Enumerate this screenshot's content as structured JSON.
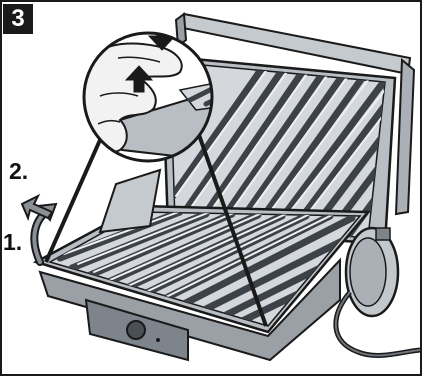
{
  "step": {
    "number": "3"
  },
  "labels": {
    "first": "1.",
    "second": "2."
  },
  "colors": {
    "ink": "#1a1a1a",
    "metal": "#b8bec4",
    "metal_dark": "#6e757c",
    "plate": "#d4d8dc",
    "ridge": "#3c4248",
    "skin": "#f2f2f2",
    "arrow": "#5a6066"
  },
  "icons": {
    "step_badge": "black-square-number",
    "press_arrow": "arrow-down-icon",
    "lift_arrow": "arrow-up-icon",
    "rotate_arrow": "curved-arrow-icon",
    "device": "contact-grill-illustration"
  }
}
